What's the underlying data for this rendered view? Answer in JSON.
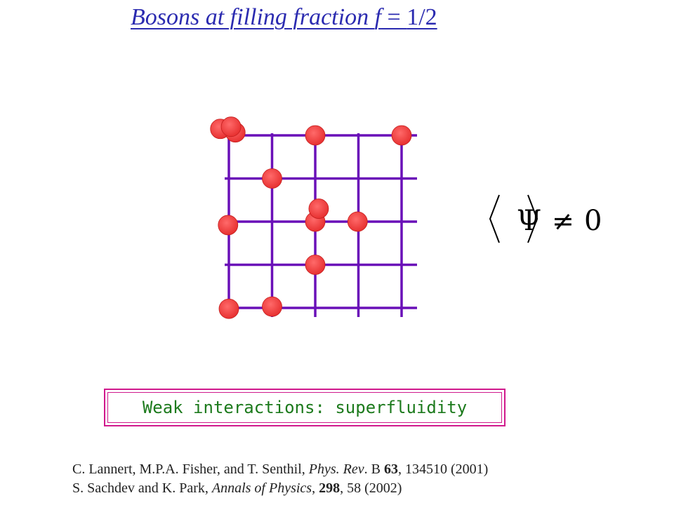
{
  "title": {
    "prefix": "Bosons at filling fraction ",
    "variable": "f",
    "equals": " = ",
    "value": "1/2"
  },
  "formula": {
    "symbol": "Ψ",
    "relation": "≠",
    "rhs": "0"
  },
  "box": {
    "label": "Weak interactions: superfluidity"
  },
  "references": [
    {
      "authors": "C. Lannert, M.P.A. Fisher, and T. Senthil, ",
      "journal": "Phys. Rev",
      "mid": ". B ",
      "volume": "63",
      "rest": ", 134510 (2001)"
    },
    {
      "authors": "S. Sachdev and K. Park, ",
      "journal": "Annals of Physics",
      "mid": ", ",
      "volume": "298",
      "rest": ", 58 (2002)"
    }
  ],
  "colors": {
    "title": "#2b2bb0",
    "grid": "#6a10b8",
    "boson": "#f23a3a",
    "box_border": "#d0188c",
    "box_text": "#1c7a1c"
  },
  "lattice": {
    "rows": 5,
    "columns": 5,
    "bosons": [
      {
        "col": 0,
        "row": 0,
        "dx": -0.2,
        "dy": -0.15
      },
      {
        "col": 0,
        "row": 0,
        "dx": 0.15,
        "dy": -0.07
      },
      {
        "col": 0,
        "row": 0,
        "dx": 0.05,
        "dy": -0.2
      },
      {
        "col": 2,
        "row": 0,
        "dx": 0,
        "dy": 0
      },
      {
        "col": 4,
        "row": 0,
        "dx": 0,
        "dy": 0
      },
      {
        "col": 1,
        "row": 1,
        "dx": 0,
        "dy": 0
      },
      {
        "col": 2,
        "row": 2,
        "dx": 0,
        "dy": 0
      },
      {
        "col": 2,
        "row": 2,
        "dx": 0.08,
        "dy": -0.3
      },
      {
        "col": 3,
        "row": 2,
        "dx": -0.02,
        "dy": 0
      },
      {
        "col": 0,
        "row": 2,
        "dx": -0.02,
        "dy": 0.08
      },
      {
        "col": 2,
        "row": 3,
        "dx": 0,
        "dy": 0
      },
      {
        "col": 0,
        "row": 4,
        "dx": 0,
        "dy": 0.02
      },
      {
        "col": 1,
        "row": 4,
        "dx": 0,
        "dy": -0.03
      }
    ]
  }
}
